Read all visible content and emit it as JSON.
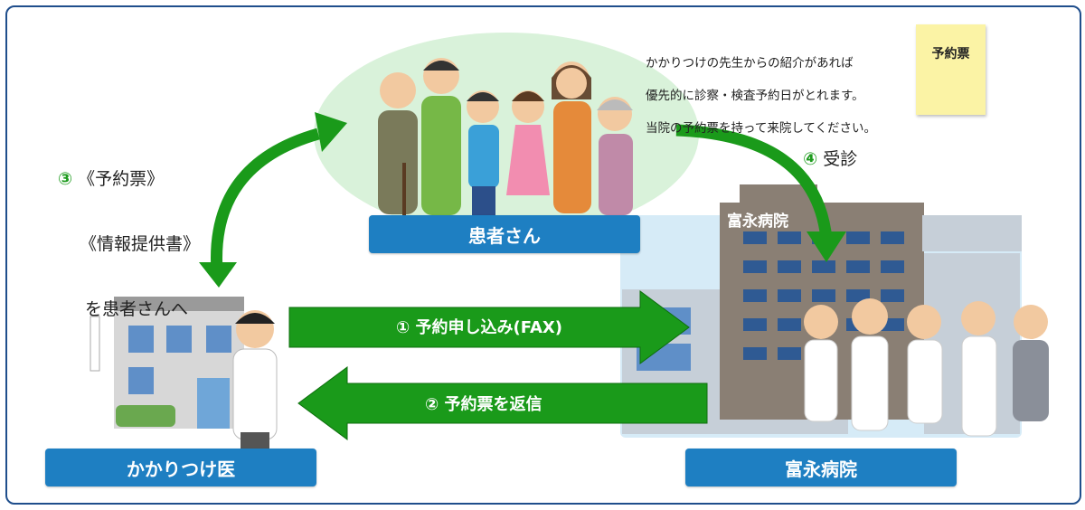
{
  "labels": {
    "patient": "患者さん",
    "clinic": "かかりつけ医",
    "hospital": "富永病院"
  },
  "hospital_sign": "富永病院",
  "note": {
    "line1": "かかりつけの先生からの紹介があれば",
    "line2": "優先的に診察・検査予約日がとれます。",
    "line3": "当院の予約票を持って来院してください。"
  },
  "sticky_note": "予約票",
  "steps": {
    "step1": "① 予約申し込み(FAX)",
    "step2": "② 予約票を返信",
    "step3_num": "③",
    "step3_line1": "《予約票》",
    "step3_line2": "《情報提供書》",
    "step3_line3": "を患者さんへ",
    "step4_num": "④",
    "step4_text": "受診"
  },
  "colors": {
    "frame": "#1f4e8c",
    "label_box": "#1e7fc2",
    "arrow_green": "#1a9a1a",
    "accent_green": "#1e9b1e",
    "sticky": "#fbf3a5",
    "oval": "#d9f2da"
  },
  "icons": [
    "patients-family-illustration",
    "clinic-building-illustration",
    "hospital-building-illustration",
    "doctor-illustration",
    "medical-staff-illustration"
  ]
}
